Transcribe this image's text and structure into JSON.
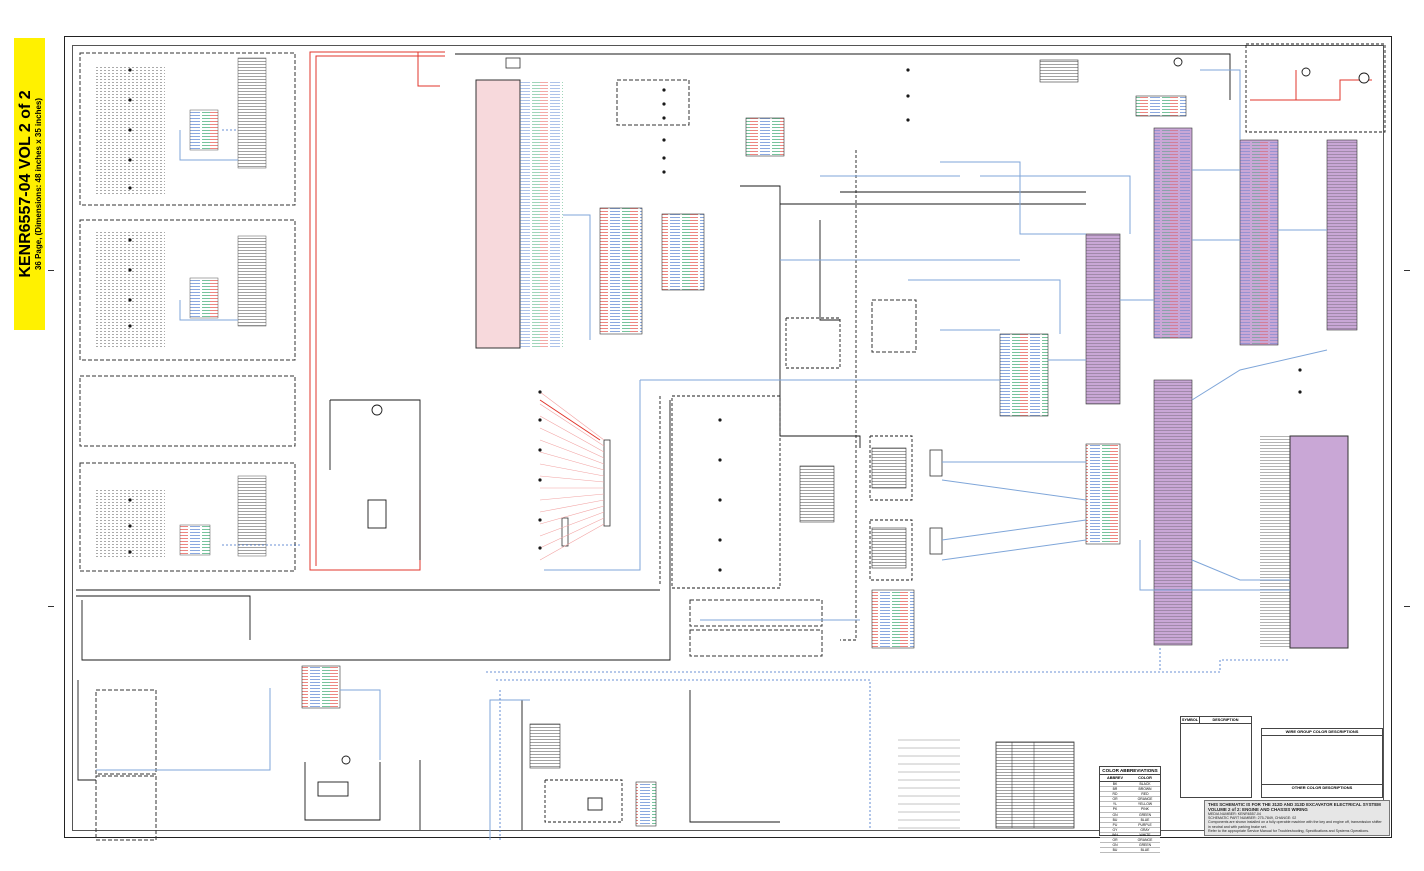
{
  "title": {
    "main": "KENR6557-04 VOL 2 of 2",
    "sub": "36 Page, (Dimensions: 48 inches x 35 inches)"
  },
  "title_block": {
    "line1": "THIS SCHEMATIC IS FOR THE 312D AND 313D EXCAVATOR ELECTRICAL SYSTEM",
    "line2": "VOLUME 2 of 2: ENGINE AND CHASSIS WIRING",
    "line3": "MEDIA NUMBER: KENR6557-04",
    "line4": "SCHEMATIC PART NUMBER: 275-7849, CHANGE: 02",
    "line5": "Components are shown installed on a fully operable machine with the key and engine off, transmission shifter",
    "line6": "in neutral and with parking brake set.",
    "line7": "Refer to the appropriate Service Manual for Troubleshooting, Specifications and Systems Operations."
  },
  "color_abbreviations": {
    "heading": "COLOR ABBREVIATIONS",
    "col_abbrev": "ABBREV",
    "col_color": "COLOR",
    "rows": [
      {
        "abbrev": "BK",
        "color": "BLACK"
      },
      {
        "abbrev": "BR",
        "color": "BROWN"
      },
      {
        "abbrev": "RD",
        "color": "RED"
      },
      {
        "abbrev": "OR",
        "color": "ORANGE"
      },
      {
        "abbrev": "YL",
        "color": "YELLOW"
      },
      {
        "abbrev": "PK",
        "color": "PINK"
      },
      {
        "abbrev": "GN",
        "color": "GREEN"
      },
      {
        "abbrev": "BU",
        "color": "BLUE"
      },
      {
        "abbrev": "PU",
        "color": "PURPLE"
      },
      {
        "abbrev": "GY",
        "color": "GRAY"
      },
      {
        "abbrev": "WH",
        "color": "WHITE"
      },
      {
        "abbrev": "OR",
        "color": "ORANGE"
      },
      {
        "abbrev": "GN",
        "color": "GREEN"
      },
      {
        "abbrev": "BU",
        "color": "BLUE"
      }
    ]
  },
  "symbol_table": {
    "col_symbol": "SYMBOL",
    "col_description": "DESCRIPTION"
  },
  "harness_colors": {
    "heading": "WIRE GROUP COLOR DESCRIPTIONS",
    "other": "OTHER COLOR DESCRIPTIONS"
  },
  "palette": {
    "black": "#1a1a1a",
    "red": "#e0342b",
    "pink": "#f2a3a3",
    "blue": "#3b6fc9",
    "light_blue": "#7fa6d9",
    "purple_fill": "#c9a7d6",
    "pink_fill": "#f7d9dc",
    "yellow": "#fff100"
  }
}
